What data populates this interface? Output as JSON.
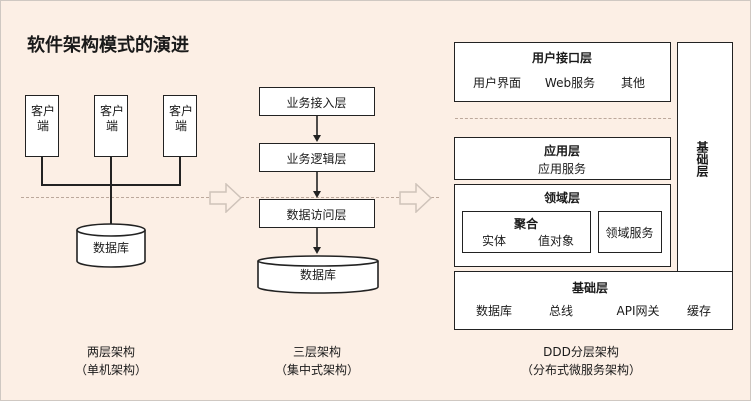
{
  "title": "软件架构模式的演进",
  "two_tier": {
    "clients": [
      "客户端",
      "客户端",
      "客户端"
    ],
    "database": "数据库",
    "caption_line1": "两层架构",
    "caption_line2": "（单机架构）"
  },
  "three_tier": {
    "layers": [
      "业务接入层",
      "业务逻辑层",
      "数据访问层"
    ],
    "database": "数据库",
    "caption_line1": "三层架构",
    "caption_line2": "（集中式架构）"
  },
  "ddd": {
    "user_interface": {
      "title": "用户接口层",
      "items": [
        "用户界面",
        "Web服务",
        "其他"
      ]
    },
    "application": {
      "title": "应用层",
      "item": "应用服务"
    },
    "domain": {
      "title": "领域层",
      "aggregate": {
        "title": "聚合",
        "items": [
          "实体",
          "值对象"
        ]
      },
      "domain_service": "领域服务"
    },
    "infrastructure": {
      "title": "基础层",
      "items": [
        "数据库",
        "总线",
        "API网关",
        "缓存"
      ]
    },
    "side_label": "基础层",
    "caption_line1": "DDD分层架构",
    "caption_line2": "（分布式微服务架构）"
  },
  "colors": {
    "background": "#fcefe5",
    "line": "#222222",
    "dash": "#bca89b",
    "arrow": "#cfc3ba"
  }
}
